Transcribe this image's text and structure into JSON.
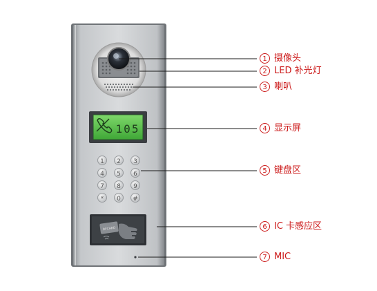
{
  "lcd": {
    "number": "105"
  },
  "keypad": {
    "keys": [
      "1",
      "2",
      "3",
      "4",
      "5",
      "6",
      "7",
      "8",
      "9",
      "*",
      "0",
      "#"
    ]
  },
  "card_reader": {
    "logo_text": "RFCARD"
  },
  "callouts": [
    {
      "num": "1",
      "label": "摄像头"
    },
    {
      "num": "2",
      "label": "LED 补光灯"
    },
    {
      "num": "3",
      "label": "喇叭"
    },
    {
      "num": "4",
      "label": "显示屏"
    },
    {
      "num": "5",
      "label": "键盘区"
    },
    {
      "num": "6",
      "label": "IC 卡感应区"
    },
    {
      "num": "7",
      "label": "MIC"
    }
  ],
  "colors": {
    "label": "#cc1a1a",
    "leader_line": "#1a1a1a",
    "lcd_green": "#5cc24a",
    "panel": "#b9bcbf"
  }
}
